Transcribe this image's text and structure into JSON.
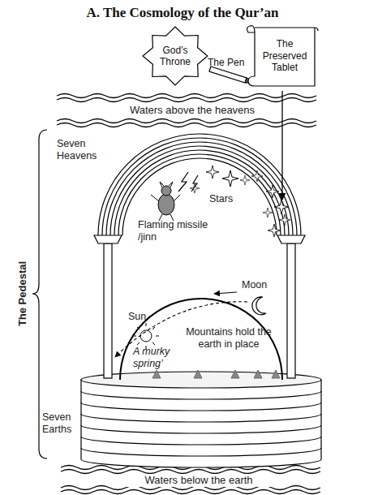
{
  "diagram": {
    "title": "A. The Cosmology of the Qur’an",
    "nodes": [
      {
        "text": [
          "God’s Throne"
        ]
      },
      {
        "text": [
          "The Pen"
        ]
      },
      {
        "text": [
          "The Preserved Tablet"
        ]
      }
    ],
    "labels": [
      "Waters above the heavens",
      "Seven Heavens",
      "Stars",
      "Flaming missile /jinn",
      "Sun",
      "Moon",
      "A murky spring’",
      "Mountains hold the earth in place",
      "Seven Earths",
      "The Pedestal",
      "Waters below the earth"
    ]
  }
}
